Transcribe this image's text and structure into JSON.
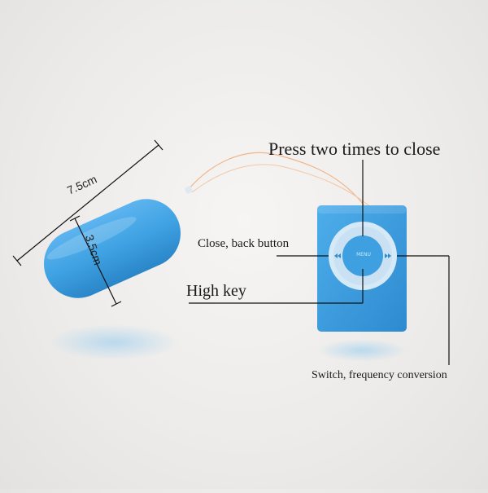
{
  "annotations": {
    "press_two_times": "Press two times to close",
    "close_back": "Close, back button",
    "high_key": "High key",
    "switch_freq": "Switch, frequency conversion"
  },
  "dimensions": {
    "length": "7.5cm",
    "width": "3.5cm"
  },
  "remote": {
    "center_mark": "MENU"
  },
  "colors": {
    "device_blue": "#3fa2e3",
    "remote_blue": "#3b9fe0",
    "wheel_ring": "#cfe6f7",
    "wire": "#f0b58a"
  }
}
